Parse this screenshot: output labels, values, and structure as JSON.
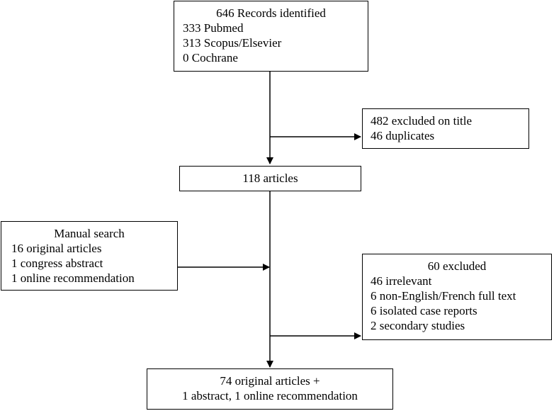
{
  "records": {
    "title": "646 Records identified",
    "lines": [
      "333 Pubmed",
      "313 Scopus/Elsevier",
      "0 Cochrane"
    ]
  },
  "excluded_title": {
    "lines": [
      "482 excluded on title",
      "46 duplicates"
    ]
  },
  "articles": {
    "title": "118 articles"
  },
  "manual_search": {
    "title": "Manual search",
    "lines": [
      "16 original articles",
      "1 congress abstract",
      "1 online recommendation"
    ]
  },
  "excluded_fulltext": {
    "title": "60 excluded",
    "lines": [
      "46 irrelevant",
      "6 non-English/French full text",
      "6 isolated case reports",
      "2 secondary studies"
    ]
  },
  "final": {
    "lines": [
      "74 original articles +",
      "1 abstract, 1 online recommendation"
    ]
  }
}
